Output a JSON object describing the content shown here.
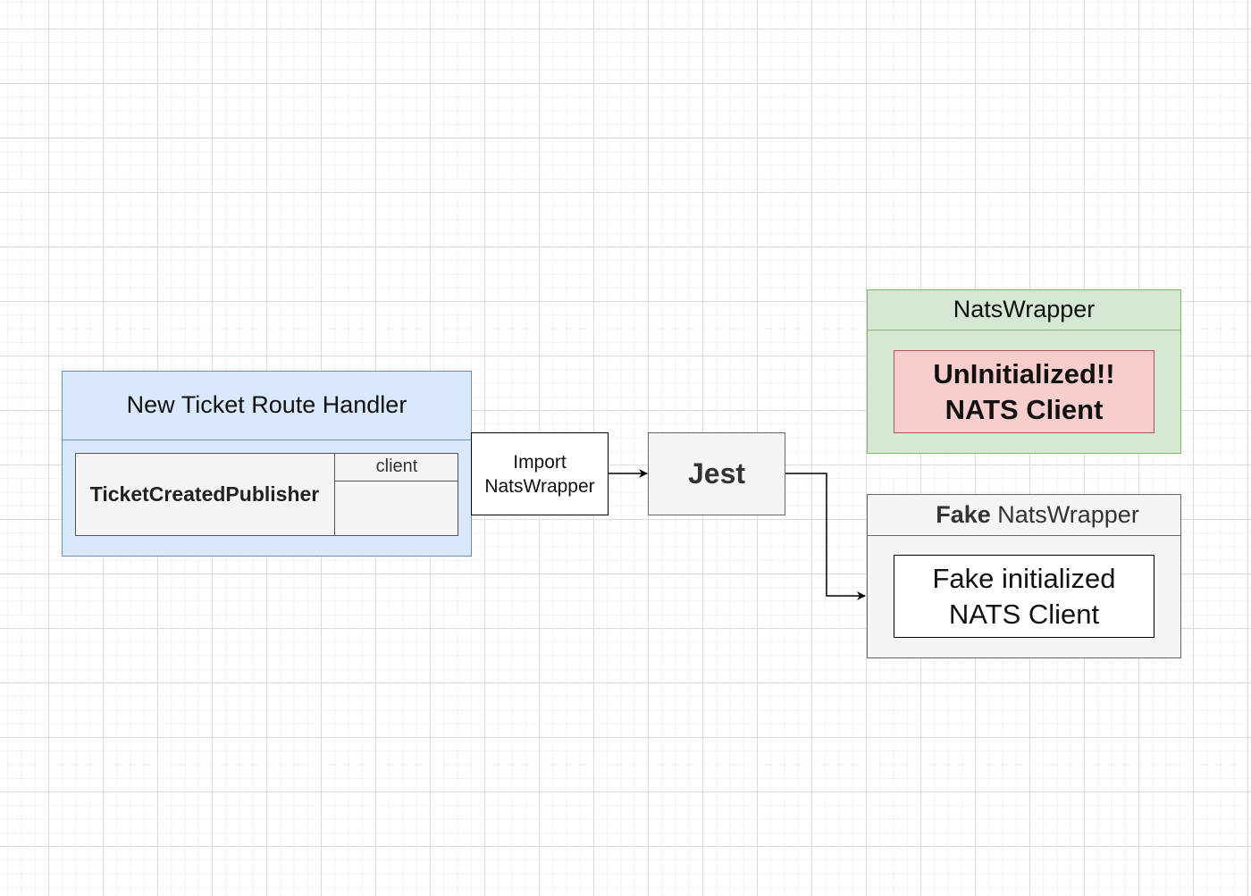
{
  "route_handler": {
    "title": "New Ticket Route Handler",
    "publisher": {
      "name": "TicketCreatedPublisher",
      "field": "client"
    }
  },
  "import_box": {
    "line1": "Import",
    "line2": "NatsWrapper"
  },
  "jest_box": {
    "label": "Jest"
  },
  "nats_wrapper": {
    "title": "NatsWrapper",
    "client_line1": "UnInitialized!!",
    "client_line2": "NATS Client"
  },
  "fake_wrapper": {
    "title_bold": "Fake",
    "title_rest": " NatsWrapper",
    "client_line1": "Fake initialized",
    "client_line2": "NATS Client"
  },
  "colors": {
    "route_handler_fill": "#dae8fc",
    "route_handler_stroke": "#6c8ebf",
    "nats_wrapper_fill": "#d5e8d4",
    "nats_wrapper_stroke": "#82b366",
    "uninit_fill": "#f8cecc",
    "uninit_stroke": "#b85450",
    "fake_fill": "#f5f5f5"
  }
}
